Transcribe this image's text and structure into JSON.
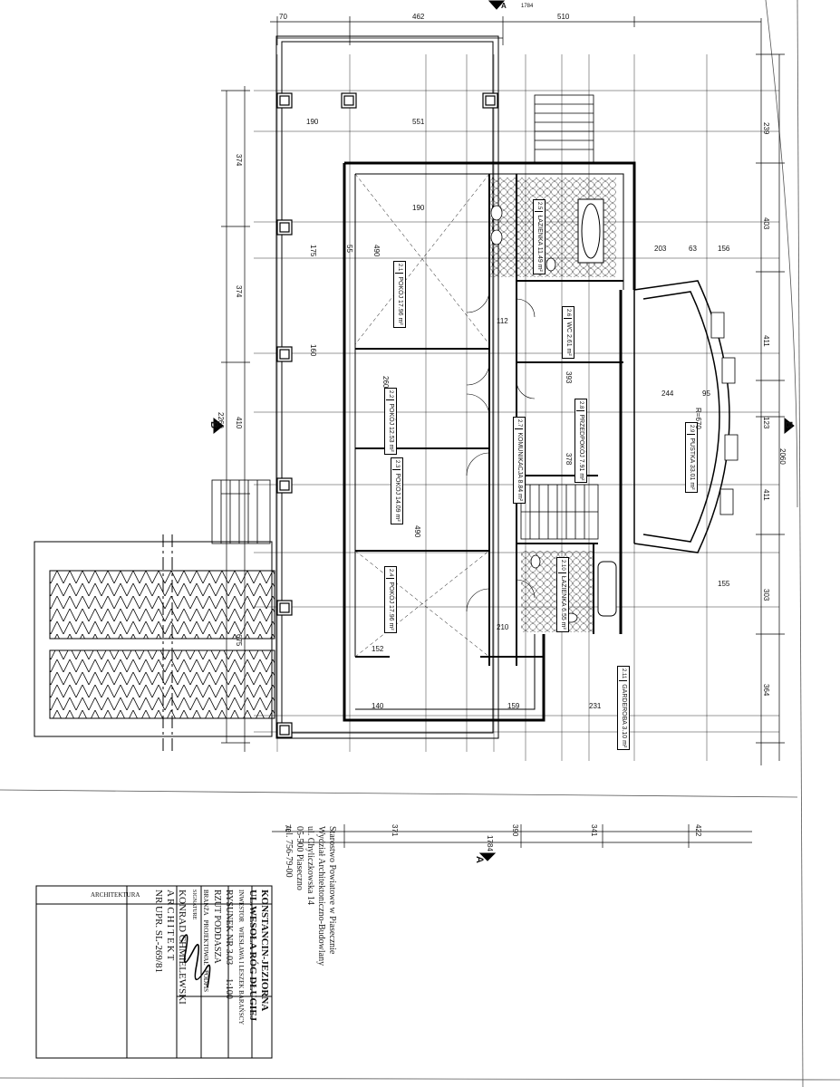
{
  "drawing": {
    "rooms": [
      {
        "id": "r1",
        "number": "2.1",
        "name": "POKÓJ",
        "area": "17.96 m²"
      },
      {
        "id": "r2",
        "number": "2.2",
        "name": "POKÓJ",
        "area": "12.53 m²"
      },
      {
        "id": "r3",
        "number": "2.3",
        "name": "POKÓJ",
        "area": "14.09 m²"
      },
      {
        "id": "r4",
        "number": "2.4",
        "name": "POKÓJ",
        "area": "17.96 m²"
      },
      {
        "id": "r5",
        "number": "2.5",
        "name": "ŁAZIENKA",
        "area": "11.49 m²"
      },
      {
        "id": "r6",
        "number": "2.6",
        "name": "WC",
        "area": "2.61 m²"
      },
      {
        "id": "r7",
        "number": "2.7",
        "name": "KOMUNIKACJA",
        "area": "8.84 m²"
      },
      {
        "id": "r8",
        "number": "2.8",
        "name": "PRZEDPOKÓJ",
        "area": "7.91 m²"
      },
      {
        "id": "r9",
        "number": "2.9",
        "name": "PUSTKA",
        "area": "33.01 m²"
      },
      {
        "id": "r10",
        "number": "2.10",
        "name": "ŁAZIENKA",
        "area": "6.55 m²"
      },
      {
        "id": "r11",
        "number": "2.11",
        "name": "GARDEROBA",
        "area": "3.10 m²"
      }
    ],
    "section_markers": {
      "a": "A",
      "b": "B"
    },
    "dimensions": {
      "top_chain": [
        "70",
        "462",
        "510"
      ],
      "top_total": "1784",
      "bottom_chain": [
        "70",
        "371",
        "390",
        "341",
        "422"
      ],
      "bottom_total": "1784",
      "left_chain": [
        "374",
        "374",
        "410",
        "675"
      ],
      "left_total": "2260",
      "right_chain": [
        "239",
        "403",
        "411",
        "123",
        "411",
        "303",
        "364"
      ],
      "right_total": "2060",
      "inner_misc": [
        "190",
        "551",
        "190",
        "490",
        "260",
        "490",
        "55",
        "175",
        "160",
        "152",
        "140",
        "159",
        "231",
        "378",
        "393",
        "244",
        "95",
        "203",
        "63",
        "156",
        "155",
        "112",
        "210"
      ],
      "arc_label": "R=670"
    },
    "title_block": {
      "discipline": "ARCHITEKTURA",
      "location_line1": "KONSTANCIN-JEZIORNA",
      "location_line2": "UL.WESOŁA RÓG DŁUGIEJ",
      "investor_label": "INWESTOR",
      "investor": "WIESŁAWA I LESZEK BARAŃSCY",
      "drawing_no": "RYSUNEK NR 3.03",
      "scale": "1:100",
      "sheet_title": "RZUT PODDASZA",
      "role_label": "BRANŻA",
      "role_value": "PROJEKTOWAŁ",
      "author_name": "KONRAD CHMIELEWSKI",
      "author_title": "ARCHITEKT",
      "license": "NR UPR. SL-269/81",
      "sign_label": "PODPIS",
      "signature_label": "SIGNATURE"
    },
    "office_stamp": [
      "Starostwo Powiatowe w Piasecznie",
      "Wydział Architektoniczno-Budowlany",
      "ul. Chyliczkowska 14",
      "05-500 Piaseczno",
      "tel. 756-79-00"
    ]
  }
}
